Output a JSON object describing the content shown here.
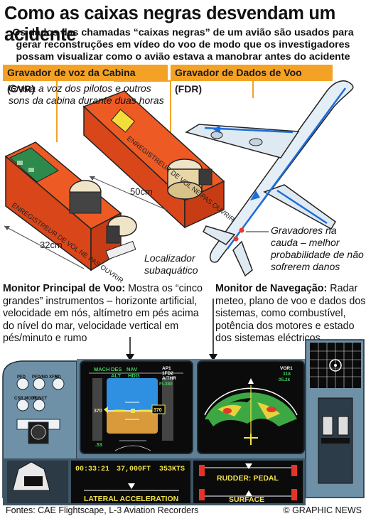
{
  "header": {
    "title": "Como as caixas negras desvendam um acidente",
    "subtitle": "Os dados das chamadas “caixas negras” de um avião são usados para gerar reconstruções em vídeo do voo de modo que os investigadores possam visualizar como o avião estava a manobrar antes do acidente"
  },
  "recorders": {
    "cvr_label": "Gravador de voz da Cabina (CVR)",
    "fdr_label": "Gravador de Dados de Voo (FDR)",
    "cvr_description": "Grava a voz dos pilotos e outros sons da cabina durante duas horas",
    "box_warning": "ENREGISTREUR DE VOL NE PAS OUVRIR",
    "dimension_long": "50cm",
    "dimension_short": "32cm",
    "locator_label": "Localizador subaquático",
    "tail_note": "Gravadores na cauda – melhor probabilidade de não sofrerem danos"
  },
  "pfd": {
    "heading": "Monitor Principal de Voo:",
    "text": "Mostra os “cinco grandes” instrumentos – horizonte artificial, velocidade em nós, altímetro em pés acima do nível do mar, velocidade vertical em pés/minuto e rumo",
    "top_labels": [
      "MACH",
      "DES",
      "NAV"
    ],
    "mode_labels": [
      "HDG",
      "ALT"
    ],
    "ap_labels": [
      "AP1",
      "1FD2",
      "A/THR"
    ],
    "speed_value": "370",
    "alt_value": "370",
    "alt_marker": "FL380",
    "mach_value": ".53"
  },
  "nd": {
    "heading": "Monitor de Navegação:",
    "text": "Radar meteo, plano de voo e dados dos sistemas, como combustível, potência dos motores e estado dos sistemas eléctricos",
    "vor_label": "VOR1",
    "vor_values": [
      "318",
      "05.2k"
    ]
  },
  "panel": {
    "knob_labels": [
      "PFD",
      "PFD/ND XFR",
      "ND",
      "CSR MODE",
      "FUNCT"
    ]
  },
  "data_strip": {
    "time": "00:33:21",
    "altitude": "37,000FT",
    "speed": "353KTS",
    "lateral_label": "LATERAL ACCELERATION",
    "rudder_label": "RUDDER: PEDAL",
    "surface_label": "SURFACE"
  },
  "footer": {
    "sources": "Fontes: CAE Flightscape, L-3 Aviation Recorders",
    "credit": "© GRAPHIC NEWS"
  },
  "colors": {
    "accent_orange": "#f4a226",
    "box_orange": "#ee5a24",
    "panel_blue": "#6f91a8",
    "screen_black": "#0b0b0b",
    "sky_blue": "#2f8fe0",
    "ground_brown": "#d89a3a"
  }
}
